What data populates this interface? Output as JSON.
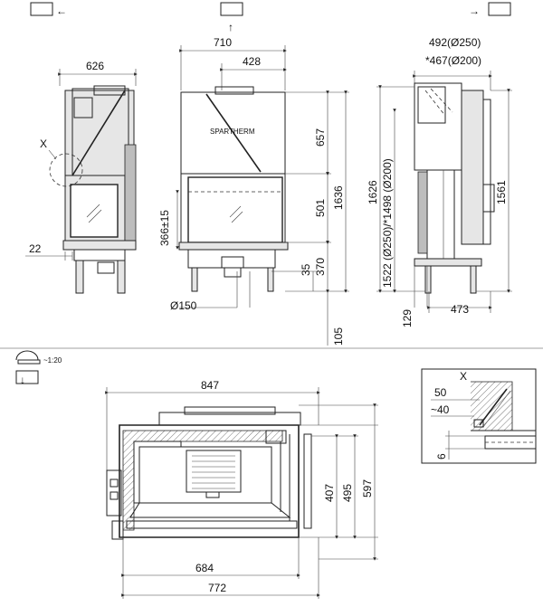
{
  "view_symbols": {
    "front": "←",
    "center": "↑",
    "side": "→",
    "plan": "↓",
    "plan_scale": "~1:20"
  },
  "logo_text": "SPARTHERM",
  "left_view": {
    "width_top": "626",
    "offset_left": "22",
    "detail_marker": "X"
  },
  "front_view": {
    "width_top": "710",
    "width_inner": "428",
    "h_upper": "657",
    "h_glass": "501",
    "h_total": "1636",
    "h_base": "370",
    "h_foot": "35",
    "h_opening": "366±15",
    "flue": "Ø150",
    "bottom": "105"
  },
  "side_view": {
    "flue_250": "492(Ø250)",
    "flue_200": "*467(Ø200)",
    "h_total": "1626",
    "h_outlet": "1522 (Ø250)/*1498 (Ø200)",
    "h_right": "1561",
    "depth": "473",
    "foot": "129"
  },
  "plan_view": {
    "width_top": "847",
    "h_407": "407",
    "h_495": "495",
    "h_597": "597",
    "width_684": "684",
    "width_772": "772"
  },
  "detail_x": {
    "label": "X",
    "d50": "50",
    "d40": "~40",
    "d6": "6"
  }
}
